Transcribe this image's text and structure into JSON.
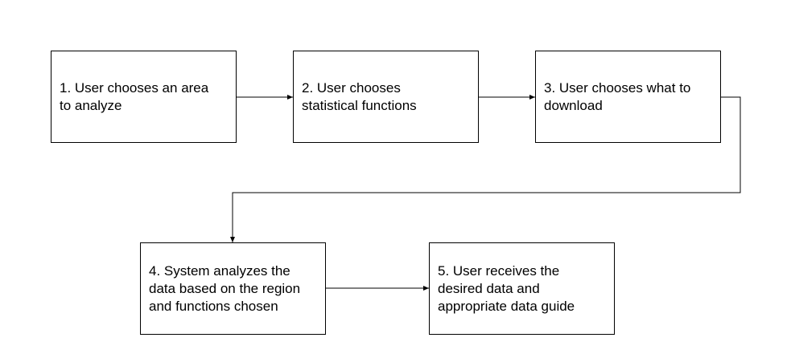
{
  "steps": [
    {
      "label": "1. User chooses an area\nto analyze"
    },
    {
      "label": "2. User chooses\nstatistical functions"
    },
    {
      "label": "3. User chooses what to\ndownload"
    },
    {
      "label": "4. System analyzes the\ndata based on the region\nand functions chosen"
    },
    {
      "label": "5. User receives the\ndesired data and\nappropriate data guide"
    }
  ],
  "colors": {
    "stroke": "#000000",
    "background": "#ffffff"
  }
}
